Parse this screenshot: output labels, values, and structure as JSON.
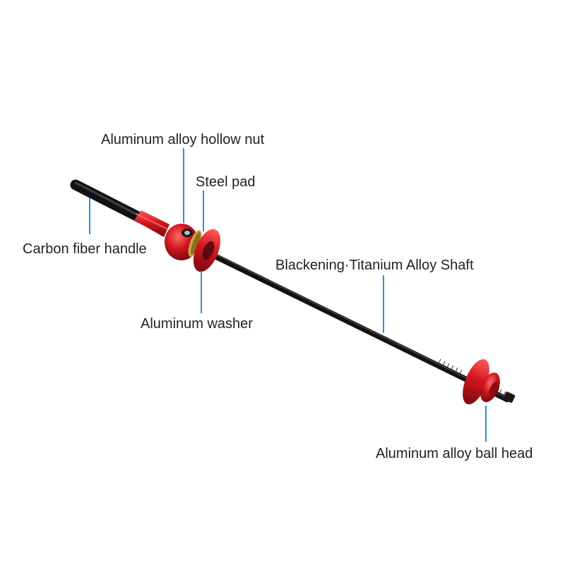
{
  "colors": {
    "leader_line": "#2f8fd6",
    "anodized_red": "#c8141c",
    "shaft_black": "#1a1a1a",
    "washer_gold": "#b8912f"
  },
  "labels": {
    "hollow_nut": "Aluminum alloy hollow nut",
    "steel_pad": "Steel pad",
    "handle": "Carbon fiber handle",
    "shaft": "Blackening·Titanium Alloy Shaft",
    "washer": "Aluminum washer",
    "ball_head": "Aluminum alloy ball head"
  }
}
